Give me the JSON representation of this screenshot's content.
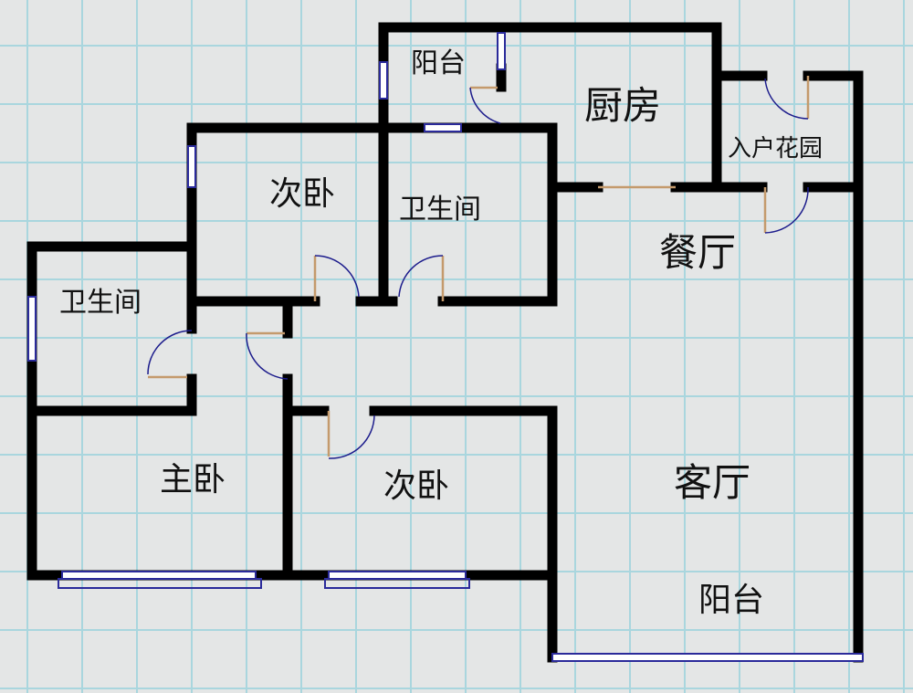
{
  "rooms": {
    "balcony_top": "阳台",
    "kitchen": "厨房",
    "entry_garden": "入户花园",
    "bedroom_north": "次卧",
    "bathroom_center": "卫生间",
    "dining": "餐厅",
    "bathroom_west": "卫生间",
    "master_bedroom": "主卧",
    "bedroom_south": "次卧",
    "living_room": "客厅",
    "balcony_south": "阳台"
  },
  "colors": {
    "background": "#e4e6e6",
    "grid": "#a9d6de",
    "wall": "#000000",
    "window": "#2a2a9a",
    "door_leaf": "#c49a6c",
    "door_swing": "#1c1c8c"
  }
}
